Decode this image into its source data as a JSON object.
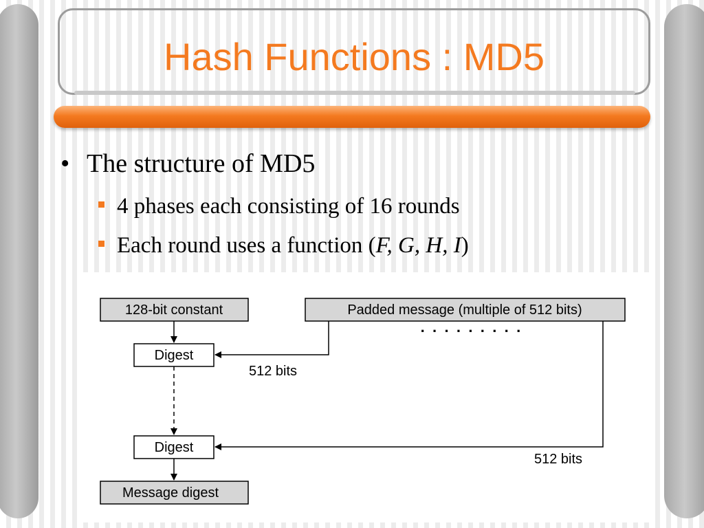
{
  "slide": {
    "title": "Hash Functions : MD5",
    "bullet_main": "The structure of MD5",
    "sub_bullet_1": "4 phases each consisting of 16 rounds",
    "sub_bullet_2_prefix": "Each round uses a function (",
    "sub_bullet_2_italic": "F, G, H, I",
    "sub_bullet_2_suffix": ")"
  },
  "diagram": {
    "constant_box": "128-bit constant",
    "message_box": "Padded message (multiple of 512 bits)",
    "digest_top": "Digest",
    "digest_bottom": "Digest",
    "output_box": "Message digest",
    "bits_label_1": "512 bits",
    "bits_label_2": "512 bits",
    "dots": "·  ·  ·  ·  ·  ·  ·  ·  ·"
  },
  "colors": {
    "accent_orange": "#f47a20",
    "box_gray": "#d6d6d6",
    "side_bar_gray": "#b5b5b5"
  }
}
